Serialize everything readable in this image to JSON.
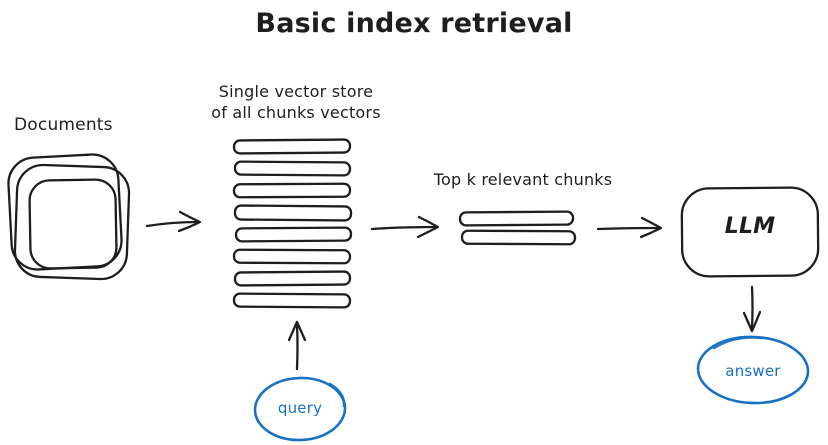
{
  "title": "Basic index retrieval",
  "colors": {
    "ink": "#1e1e1e",
    "accent_blue": "#1971c2",
    "background": "#ffffff"
  },
  "nodes": {
    "documents": {
      "label": "Documents"
    },
    "vector_store": {
      "label_line1": "Single vector store",
      "label_line2": "of all chunks vectors",
      "bar_count": 8
    },
    "top_k_chunks": {
      "label": "Top k relevant chunks",
      "bar_count": 2
    },
    "llm": {
      "label": "LLM"
    },
    "query": {
      "label": "query"
    },
    "answer": {
      "label": "answer"
    }
  },
  "edges": [
    "documents -> vector_store",
    "vector_store -> top_k_chunks",
    "top_k_chunks -> llm",
    "llm -> answer",
    "query -> vector_store"
  ]
}
